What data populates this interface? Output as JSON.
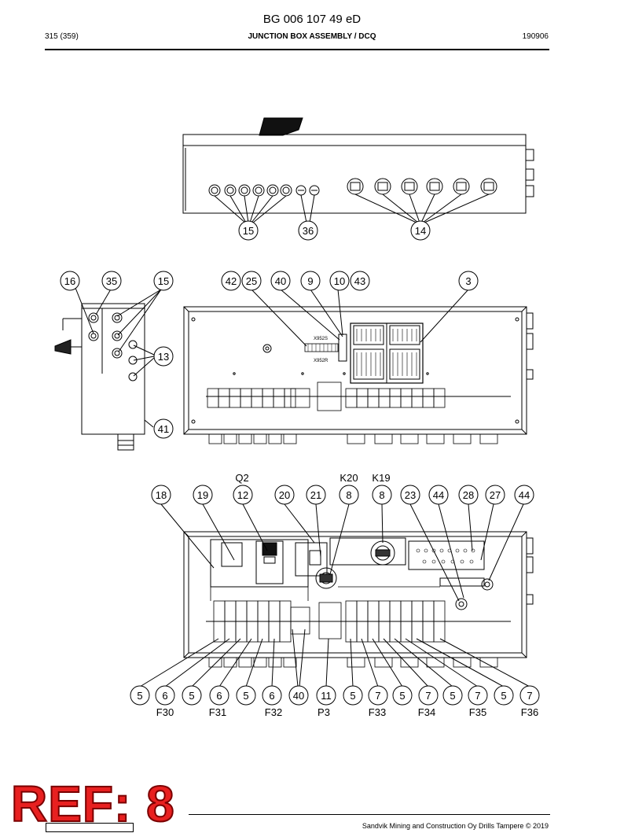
{
  "header": {
    "doc_title": "BG 006 107 49 eD",
    "page": "315 (359)",
    "section": "JUNCTION BOX ASSEMBLY / DCQ",
    "date_code": "190906"
  },
  "top_view_callouts": [
    "15",
    "36",
    "14"
  ],
  "middle_view_callouts": [
    "16",
    "35",
    "15",
    "13",
    "41",
    "42",
    "25",
    "40",
    "9",
    "10",
    "43",
    "3"
  ],
  "inner_labels": [
    "X952S",
    "X952R"
  ],
  "bottom_top_callouts": [
    {
      "tag": "",
      "num": "18"
    },
    {
      "tag": "",
      "num": "19"
    },
    {
      "tag": "Q2",
      "num": "12"
    },
    {
      "tag": "",
      "num": "20"
    },
    {
      "tag": "",
      "num": "21"
    },
    {
      "tag": "K20",
      "num": "8"
    },
    {
      "tag": "K19",
      "num": "8"
    },
    {
      "tag": "",
      "num": "23"
    },
    {
      "tag": "",
      "num": "44"
    },
    {
      "tag": "",
      "num": "28"
    },
    {
      "tag": "",
      "num": "27"
    },
    {
      "tag": "",
      "num": "44"
    }
  ],
  "bottom_row_callouts": [
    {
      "num": "5",
      "tag": ""
    },
    {
      "num": "6",
      "tag": "F30"
    },
    {
      "num": "5",
      "tag": ""
    },
    {
      "num": "6",
      "tag": "F31"
    },
    {
      "num": "5",
      "tag": ""
    },
    {
      "num": "6",
      "tag": "F32"
    },
    {
      "num": "40",
      "tag": ""
    },
    {
      "num": "11",
      "tag": "P3"
    },
    {
      "num": "5",
      "tag": ""
    },
    {
      "num": "7",
      "tag": "F33"
    },
    {
      "num": "5",
      "tag": ""
    },
    {
      "num": "7",
      "tag": "F34"
    },
    {
      "num": "5",
      "tag": ""
    },
    {
      "num": "7",
      "tag": "F35"
    },
    {
      "num": "5",
      "tag": ""
    },
    {
      "num": "7",
      "tag": "F36"
    }
  ],
  "stamp": "REF: 8",
  "footer": "Sandvik Mining and Construction Oy Drills Tampere © 2019"
}
